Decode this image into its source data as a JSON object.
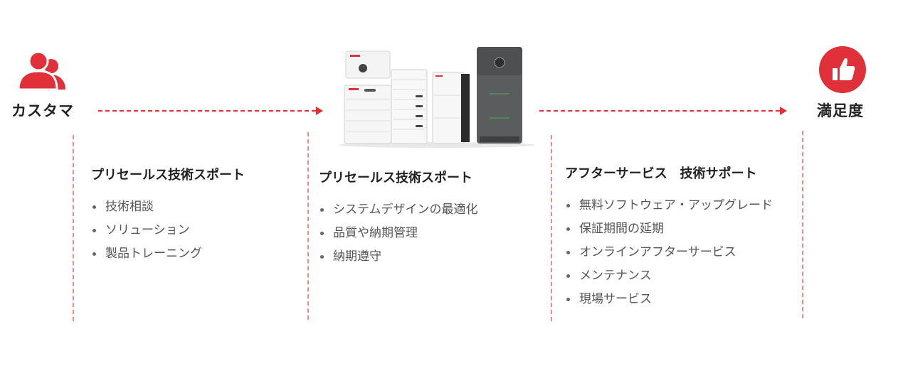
{
  "flow": {
    "start_label": "カスタマ",
    "end_label": "満足度"
  },
  "columns": [
    {
      "title": "プリセールス技術スポート",
      "items": [
        "技術相談",
        "ソリューション",
        "製品トレーニング"
      ]
    },
    {
      "title": "プリセールス技術スポート",
      "items": [
        "システムデザインの最適化",
        "品質や納期管理",
        "納期遵守"
      ]
    },
    {
      "title": "アフターサービス　技術サポート",
      "items": [
        "無料ソフトウェア・アップグレード",
        "保証期間の延期",
        "オンラインアフターサービス",
        "メンテナンス",
        "現場サービス"
      ]
    }
  ],
  "icons": {
    "customer": "customers-icon",
    "satisfaction": "thumbs-up-icon",
    "products": "battery-storage-products-image"
  },
  "colors": {
    "accent": "#e0303a",
    "dash_light": "#f08a8a"
  }
}
